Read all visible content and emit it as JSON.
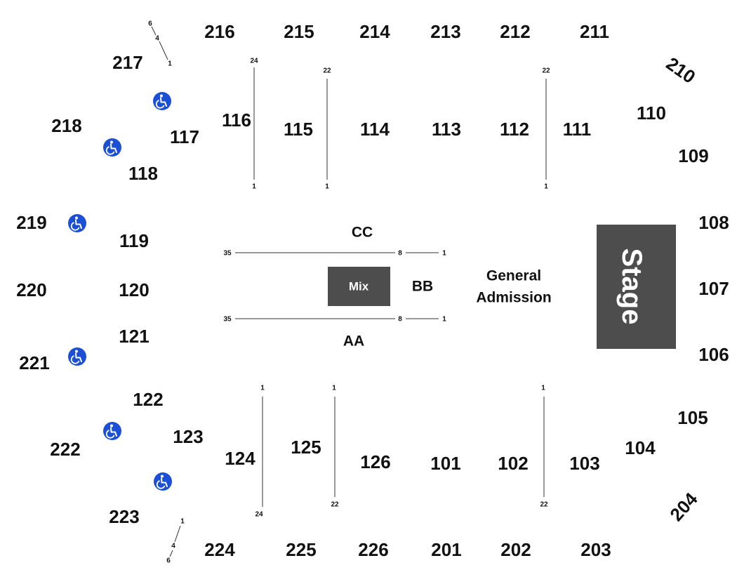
{
  "colors": {
    "background": "#ffffff",
    "text": "#111111",
    "stage_fill": "#4d4d4d",
    "mix_fill": "#4d4d4d",
    "accessible_icon": "#1b4fd6"
  },
  "stage": {
    "label": "Stage"
  },
  "mix": {
    "label": "Mix"
  },
  "floor": {
    "cc": "CC",
    "bb": "BB",
    "aa": "AA",
    "general_admission_line1": "General",
    "general_admission_line2": "Admission"
  },
  "sections": {
    "upper_top": [
      "216",
      "215",
      "214",
      "213",
      "212",
      "211"
    ],
    "upper_top_right": "210",
    "upper_left": [
      "217",
      "218",
      "219",
      "220",
      "221",
      "222",
      "223"
    ],
    "upper_bottom": [
      "224",
      "225",
      "226",
      "201",
      "202",
      "203"
    ],
    "upper_bottom_right": "204",
    "lower_top": [
      "116",
      "115",
      "114",
      "113",
      "112",
      "111"
    ],
    "lower_left": [
      "117",
      "118",
      "119",
      "120",
      "121",
      "122",
      "123"
    ],
    "lower_bottom": [
      "124",
      "125",
      "126",
      "101",
      "102",
      "103"
    ],
    "lower_right": [
      "110",
      "109",
      "108",
      "107",
      "106",
      "105",
      "104"
    ]
  },
  "row_markers": {
    "top_aisle_left_first": "24",
    "top_aisle_left_last": "1",
    "top_aisle_mid_first": "22",
    "top_aisle_mid_last": "1",
    "top_aisle_right_first": "22",
    "top_aisle_right_last": "1",
    "bottom_aisle_left_first": "1",
    "bottom_aisle_left_last": "24",
    "bottom_aisle_mid_first": "1",
    "bottom_aisle_mid_last": "22",
    "bottom_aisle_right_first": "1",
    "bottom_aisle_right_last": "22",
    "floor_top_left": "35",
    "floor_top_mid": "8",
    "floor_top_right": "1",
    "floor_bottom_left": "35",
    "floor_bottom_mid": "8",
    "floor_bottom_right": "1",
    "corner_top_a": "6",
    "corner_top_b": "4",
    "corner_top_c": "1",
    "corner_bottom_a": "1",
    "corner_bottom_b": "4",
    "corner_bottom_c": "6"
  },
  "icons": [
    "wheelchair-accessible-icon"
  ]
}
